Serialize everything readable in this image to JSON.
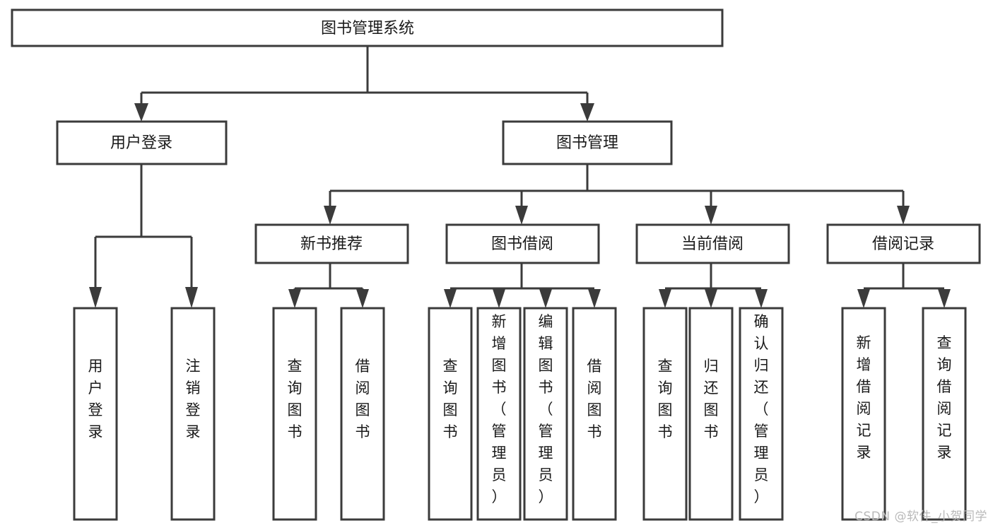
{
  "diagram": {
    "type": "tree-hierarchy-diagram",
    "title": "图书管理系统",
    "background_color": "#ffffff",
    "line_color": "#3b3b3b",
    "text_color": "#1a1a1a",
    "watermark": "CSDN @软件_小贺同学",
    "levels": [
      {
        "level": 1,
        "nodes": [
          {
            "id": "root",
            "label": "图书管理系统",
            "orientation": "horizontal"
          }
        ]
      },
      {
        "level": 2,
        "nodes": [
          {
            "id": "login",
            "label": "用户登录",
            "orientation": "horizontal",
            "parent": "root"
          },
          {
            "id": "bookmgmt",
            "label": "图书管理",
            "orientation": "horizontal",
            "parent": "root"
          }
        ]
      },
      {
        "level": 3,
        "nodes": [
          {
            "id": "newbook",
            "label": "新书推荐",
            "orientation": "horizontal",
            "parent": "bookmgmt"
          },
          {
            "id": "borrow",
            "label": "图书借阅",
            "orientation": "horizontal",
            "parent": "bookmgmt"
          },
          {
            "id": "current",
            "label": "当前借阅",
            "orientation": "horizontal",
            "parent": "bookmgmt"
          },
          {
            "id": "records",
            "label": "借阅记录",
            "orientation": "horizontal",
            "parent": "bookmgmt"
          }
        ]
      },
      {
        "level": 4,
        "nodes": [
          {
            "id": "leaf-user-login",
            "label": "用户登录",
            "orientation": "vertical",
            "parent": "login"
          },
          {
            "id": "leaf-logout",
            "label": "注销登录",
            "orientation": "vertical",
            "parent": "login"
          },
          {
            "id": "leaf-query-book-1",
            "label": "查询图书",
            "orientation": "vertical",
            "parent": "newbook"
          },
          {
            "id": "leaf-borrow-book-1",
            "label": "借阅图书",
            "orientation": "vertical",
            "parent": "newbook"
          },
          {
            "id": "leaf-query-book-2",
            "label": "查询图书",
            "orientation": "vertical",
            "parent": "borrow"
          },
          {
            "id": "leaf-add-book",
            "label": "新增图书（管理员）",
            "orientation": "vertical",
            "parent": "borrow"
          },
          {
            "id": "leaf-edit-book",
            "label": "编辑图书（管理员）",
            "orientation": "vertical",
            "parent": "borrow"
          },
          {
            "id": "leaf-borrow-book-2",
            "label": "借阅图书",
            "orientation": "vertical",
            "parent": "borrow"
          },
          {
            "id": "leaf-query-book-3",
            "label": "查询图书",
            "orientation": "vertical",
            "parent": "current"
          },
          {
            "id": "leaf-return-book",
            "label": "归还图书",
            "orientation": "vertical",
            "parent": "current"
          },
          {
            "id": "leaf-confirm-return",
            "label": "确认归还（管理员）",
            "orientation": "vertical",
            "parent": "current"
          },
          {
            "id": "leaf-add-record",
            "label": "新增借阅记录",
            "orientation": "vertical",
            "parent": "records"
          },
          {
            "id": "leaf-query-record",
            "label": "查询借阅记录",
            "orientation": "vertical",
            "parent": "records"
          }
        ]
      }
    ]
  }
}
